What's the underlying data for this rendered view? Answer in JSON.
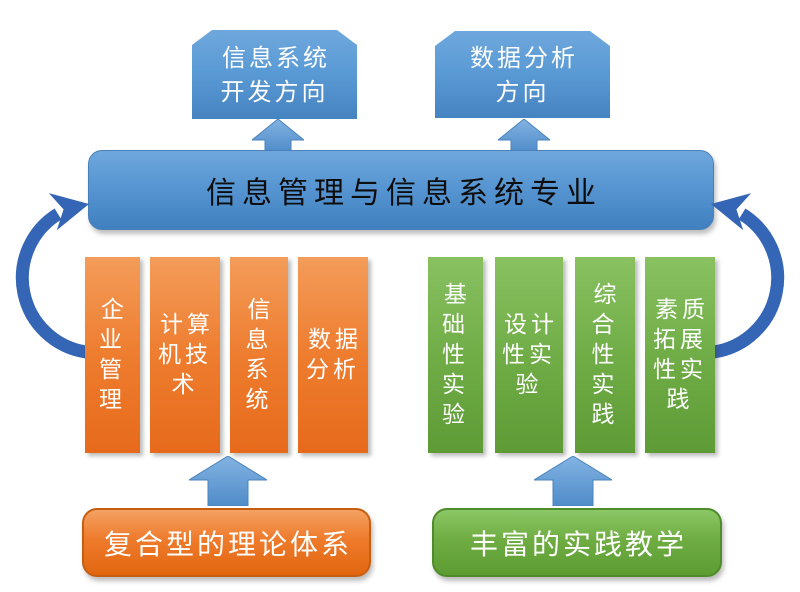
{
  "diagram_title": "信息管理与信息系统专业",
  "colors": {
    "blue_box": "#5B9BD5",
    "blue_curved_arrow": "#3565B5",
    "orange": "#ED7D31",
    "green": "#70AD47",
    "main_bar_text": "#0d0d0d",
    "box_text": "#ffffff"
  },
  "top_boxes": [
    {
      "label": "信息系统\n开发方向"
    },
    {
      "label": "数据分析\n方向"
    }
  ],
  "main_bar": {
    "label": "信息管理与信息系统专业"
  },
  "theory": {
    "columns": [
      {
        "label": "企\n业\n管\n理"
      },
      {
        "label": "计算\n机技\n术"
      },
      {
        "label": "信\n息\n系\n统"
      },
      {
        "label": "数据\n分析"
      }
    ],
    "footer": "复合型的理论体系"
  },
  "practice": {
    "columns": [
      {
        "label": "基\n础\n性\n实\n验"
      },
      {
        "label": "设计\n性实\n验"
      },
      {
        "label": "综\n合\n性\n实\n践"
      },
      {
        "label": "素质\n拓展\n性实\n践"
      }
    ],
    "footer": "丰富的实践教学"
  }
}
